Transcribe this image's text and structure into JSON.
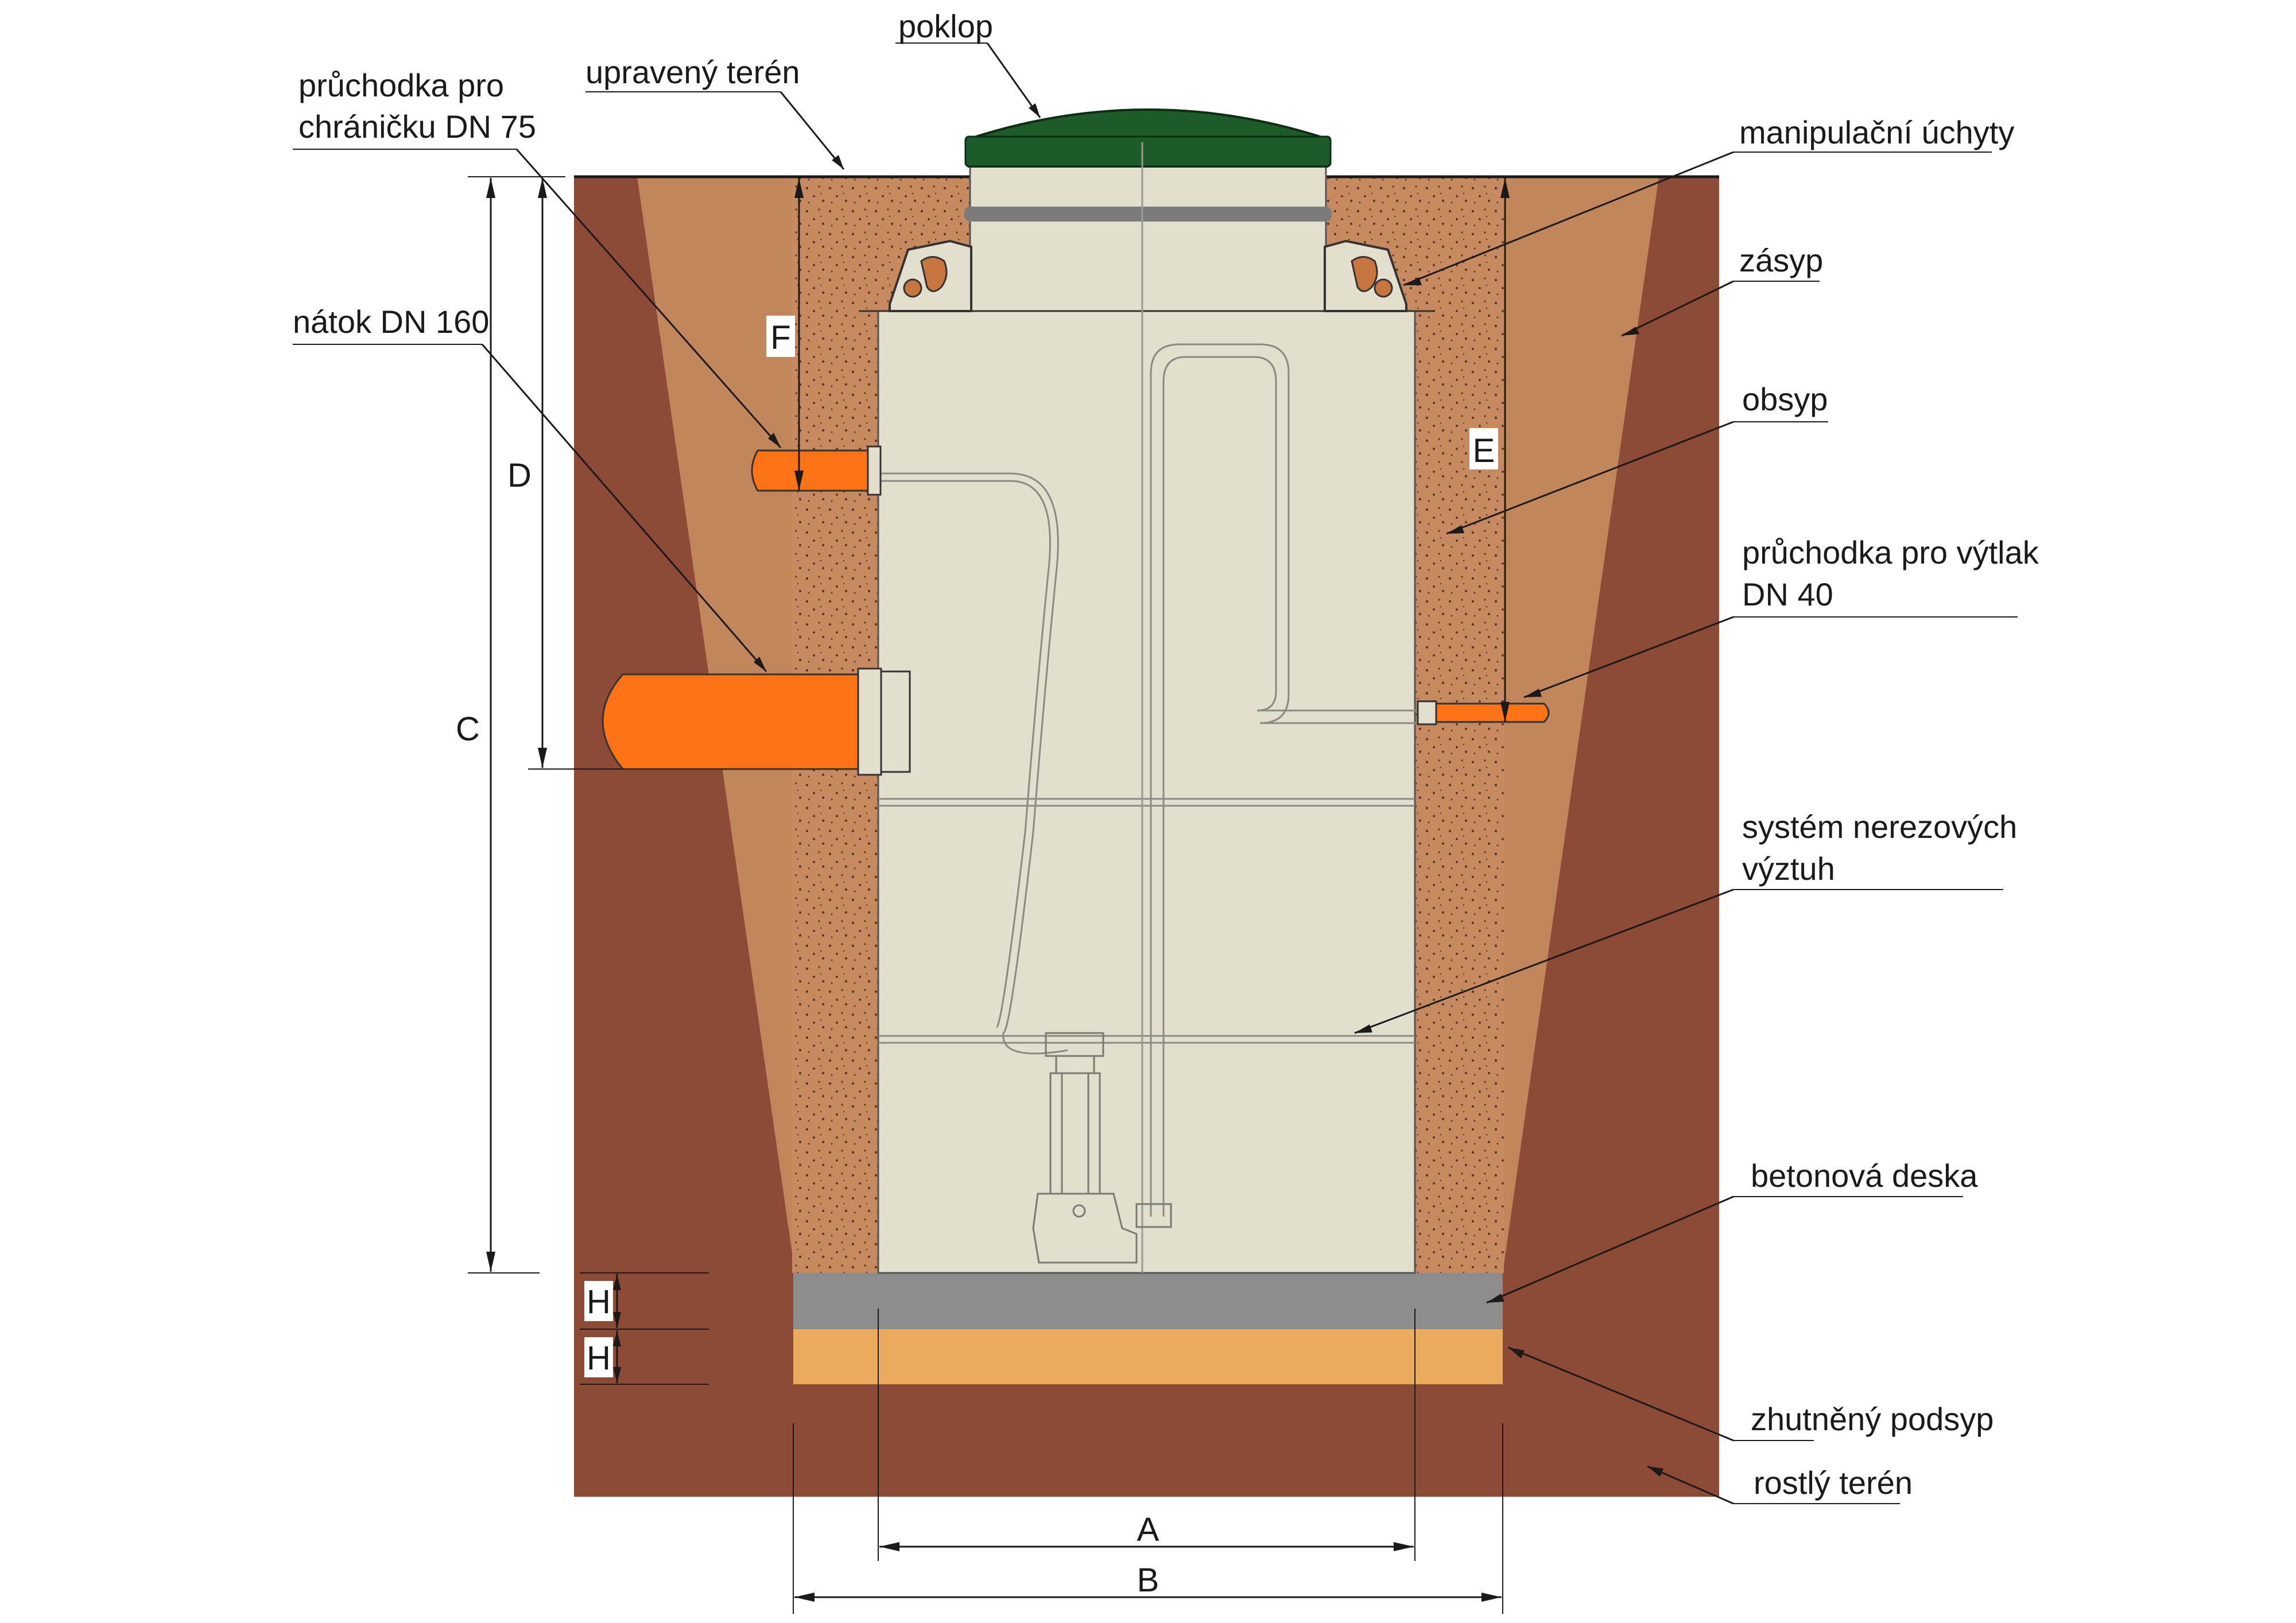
{
  "labels": {
    "poklop": "poklop",
    "upraveny_teren": "upravený terén",
    "pruchodka_chranicka_1": "průchodka pro",
    "pruchodka_chranicka_2": "chráničku DN 75",
    "natok": "nátok DN 160",
    "manipulacni_uchyty": "manipulační úchyty",
    "zasyp": "zásyp",
    "obsyp": "obsyp",
    "pruchodka_vytlak_1": "průchodka pro výtlak",
    "pruchodka_vytlak_2": "DN 40",
    "system_vyztuh_1": "systém nerezových",
    "system_vyztuh_2": "výztuh",
    "betonova_deska": "betonová deska",
    "zhutneny_podsyp": "zhutněný podsyp",
    "rostly_teren": "rostlý terén"
  },
  "dimensions": {
    "A": "A",
    "B": "B",
    "C": "C",
    "D": "D",
    "E": "E",
    "F": "F",
    "H1": "H",
    "H2": "H"
  },
  "colors": {
    "native_soil": "#8d4a36",
    "backfill": "#c2865c",
    "surround": "#c7895f",
    "tank": "#e3dfcf",
    "lid": "#1e5b2a",
    "pipe": "#fc7215",
    "concrete": "#8c8c8c",
    "bedding": "#e9aa5c"
  }
}
